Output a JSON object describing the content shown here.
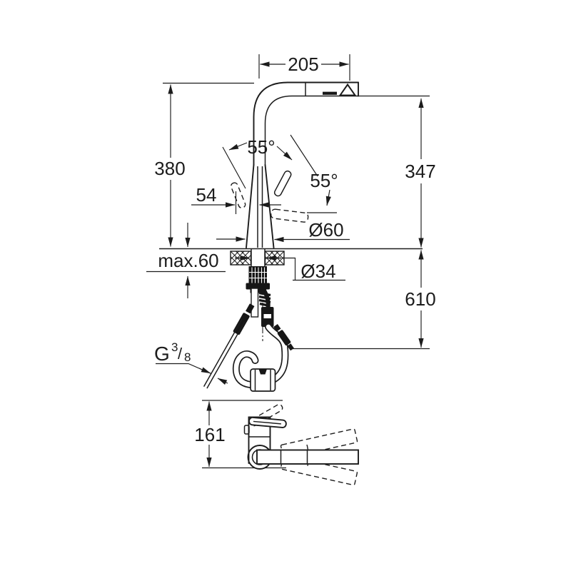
{
  "drawing": {
    "kind": "faucet-installation-dimension-drawing",
    "line_color": "#1c1c1c",
    "background_color": "#ffffff",
    "dims": {
      "spout_reach": "205",
      "overall_height": "380",
      "spout_height": "347",
      "handle_angle_left": "55°",
      "handle_angle_right": "55°",
      "handle_offset": "54",
      "base_diameter": "Ø60",
      "max_deck_thickness": "max.60",
      "hole_diameter": "Ø34",
      "hose_length": "610",
      "side_view_height": "161",
      "thread_letter": "G",
      "thread_numerator": "3",
      "thread_slash": "/",
      "thread_denominator": "8"
    }
  }
}
